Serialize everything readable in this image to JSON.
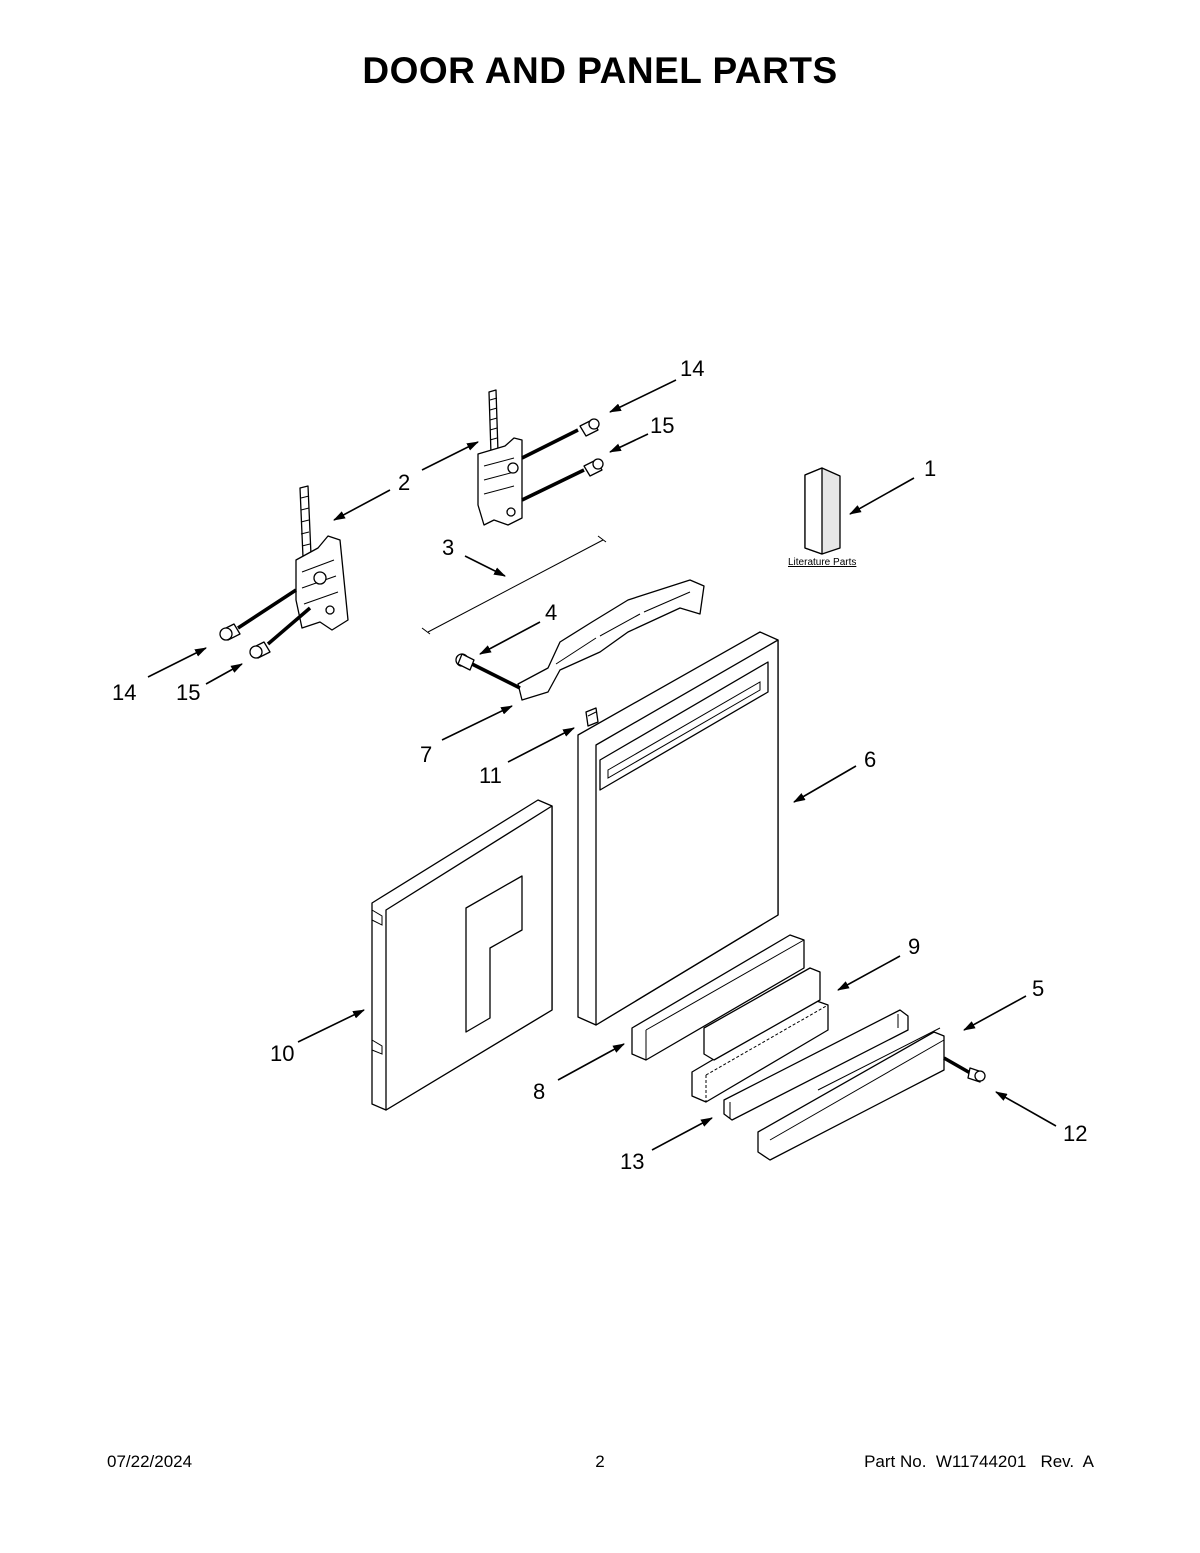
{
  "title": "DOOR AND PANEL PARTS",
  "callouts": {
    "c1": "1",
    "c2": "2",
    "c3": "3",
    "c4": "4",
    "c5": "5",
    "c6": "6",
    "c7": "7",
    "c8": "8",
    "c9": "9",
    "c10": "10",
    "c11": "11",
    "c12": "12",
    "c13": "13",
    "c14a": "14",
    "c14b": "14",
    "c15a": "15",
    "c15b": "15"
  },
  "literature_label": "Literature Parts",
  "footer": {
    "date": "07/22/2024",
    "page": "2",
    "part_no": "Part No.  W11744201   Rev.  A"
  }
}
